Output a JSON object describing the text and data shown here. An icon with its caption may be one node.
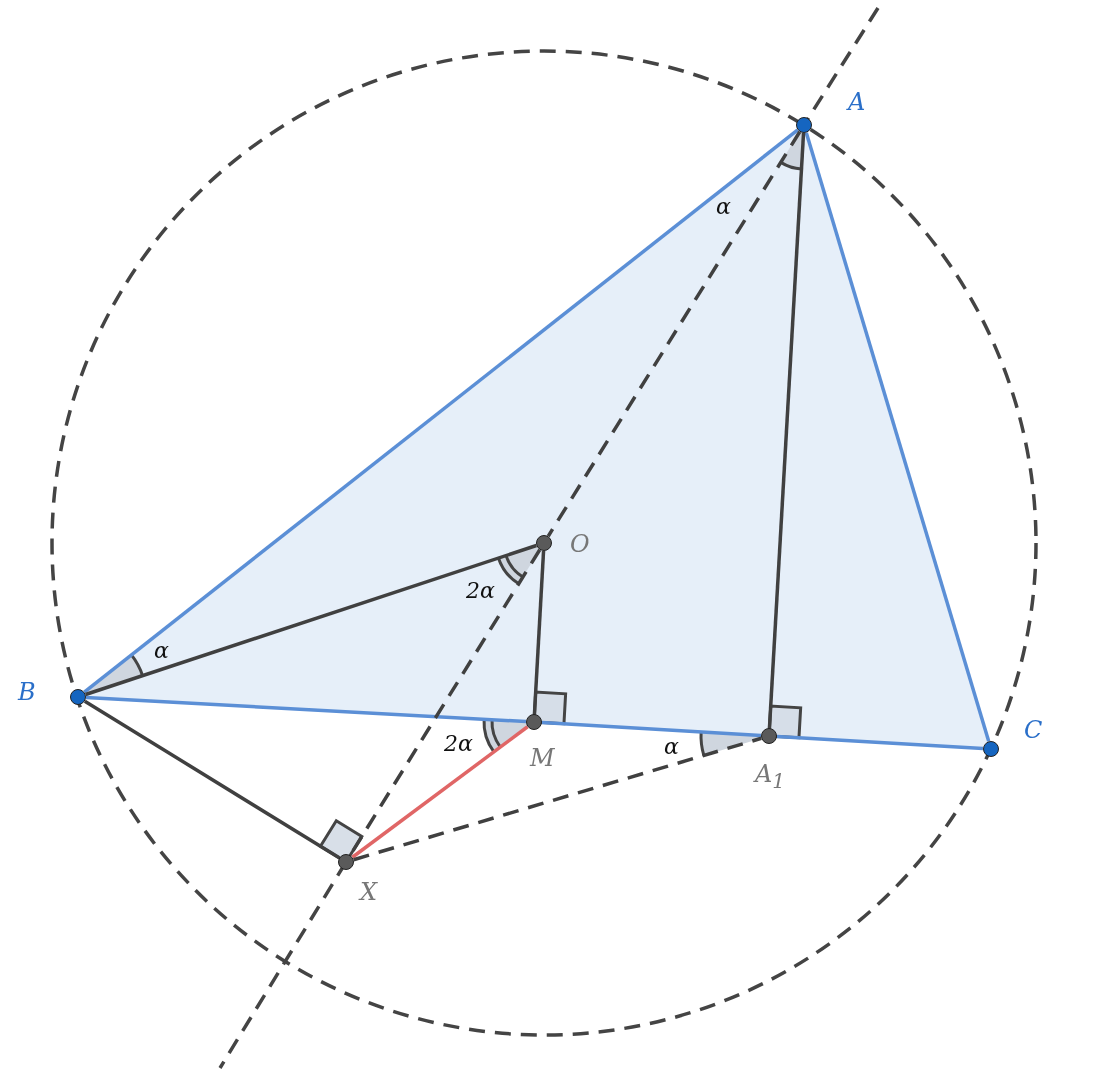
{
  "diagram": {
    "nodes": [
      {
        "text": [],
        "shape": "circle",
        "beside": [
          "A"
        ]
      },
      {
        "text": [],
        "shape": "circle",
        "beside": [
          "B"
        ]
      },
      {
        "text": [],
        "shape": "circle",
        "beside": [
          "C"
        ]
      },
      {
        "text": [],
        "shape": "circle",
        "beside": [
          "O"
        ]
      },
      {
        "text": [],
        "shape": "circle",
        "beside": [
          "M"
        ]
      },
      {
        "text": [],
        "shape": "circle",
        "beside": [
          "A$_{1}$"
        ]
      },
      {
        "text": [],
        "shape": "circle",
        "beside": [
          "X"
        ]
      }
    ],
    "edges": [
      {
        "from": 0,
        "to": 1,
        "arrow": "none",
        "color": "#5b8fd6"
      },
      {
        "from": 1,
        "to": 4,
        "arrow": "none",
        "color": "#5b8fd6"
      },
      {
        "from": 4,
        "to": 5,
        "arrow": "none",
        "color": "#5b8fd6"
      },
      {
        "from": 5,
        "to": 2,
        "arrow": "none",
        "color": "#5b8fd6"
      },
      {
        "from": 2,
        "to": 0,
        "arrow": "none",
        "color": "#5b8fd6"
      },
      {
        "from": 1,
        "to": 3,
        "arrow": "none"
      },
      {
        "from": 3,
        "to": 4,
        "arrow": "none"
      },
      {
        "from": 0,
        "to": 5,
        "arrow": "none"
      },
      {
        "from": 1,
        "to": 6,
        "arrow": "none"
      },
      {
        "from": 4,
        "to": 6,
        "arrow": "none",
        "color": "#e06666"
      },
      {
        "from": 6,
        "to": 5,
        "arrow": "none",
        "style": "dashed"
      },
      {
        "from": 0,
        "to": 3,
        "arrow": "none",
        "style": "dashed"
      },
      {
        "from": 3,
        "to": 6,
        "arrow": "none",
        "style": "dashed"
      }
    ],
    "labels": [
      "α",
      "2α",
      "α",
      "2α",
      "α"
    ]
  }
}
